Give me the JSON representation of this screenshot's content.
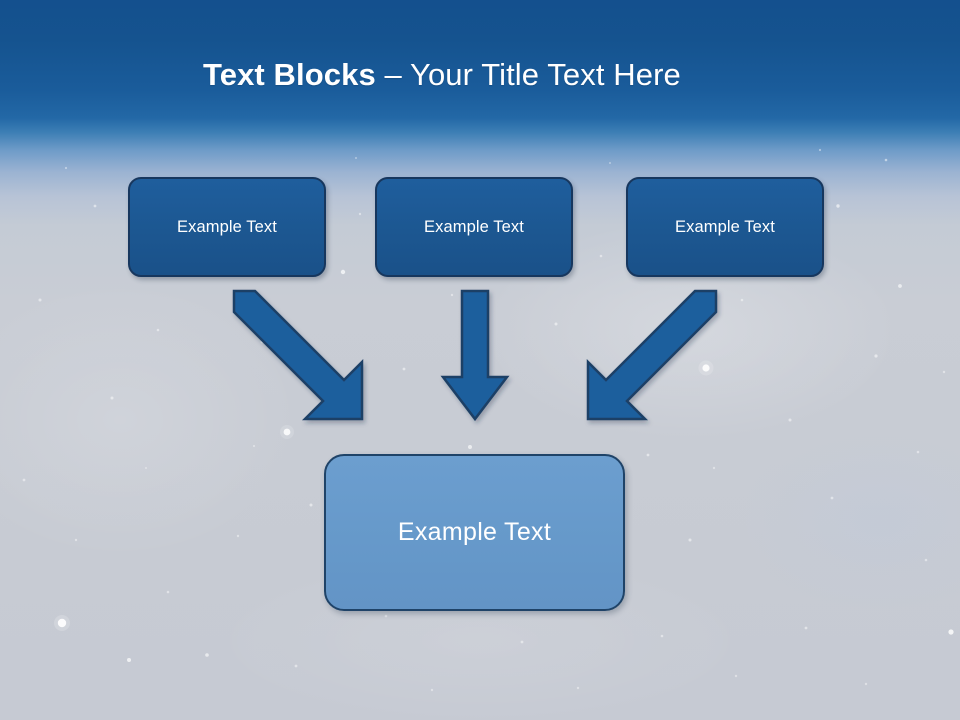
{
  "slide": {
    "title": {
      "bold_part": "Text Blocks",
      "separator": " – ",
      "regular_part": "Your Title Text Here",
      "full_text": "Text Blocks – Your Title Text Here",
      "color": "#FFFFFF"
    },
    "background": {
      "top_color": "#14508E",
      "mid_color": "#6E9BC8",
      "bottom_color": "#C8CCD4",
      "style": "space-sky-gradient-with-stars"
    },
    "diagram": {
      "type": "converging-arrows",
      "top_nodes": [
        {
          "id": "node-1",
          "label": "Example Text",
          "fill": "#1C5791",
          "border": "#17375E"
        },
        {
          "id": "node-2",
          "label": "Example Text",
          "fill": "#1C5791",
          "border": "#17375E"
        },
        {
          "id": "node-3",
          "label": "Example Text",
          "fill": "#1C5791",
          "border": "#17375E"
        }
      ],
      "bottom_node": {
        "id": "node-result",
        "label": "Example Text",
        "fill": "#6699CA",
        "border": "#1F4368"
      },
      "arrows": [
        {
          "id": "arrow-left",
          "direction": "down-right",
          "from": "node-1",
          "to": "node-result",
          "color": "#1F5E9D"
        },
        {
          "id": "arrow-middle",
          "direction": "down",
          "from": "node-2",
          "to": "node-result",
          "color": "#1F5E9D"
        },
        {
          "id": "arrow-right",
          "direction": "down-left",
          "from": "node-3",
          "to": "node-result",
          "color": "#1F5E9D"
        }
      ]
    }
  }
}
